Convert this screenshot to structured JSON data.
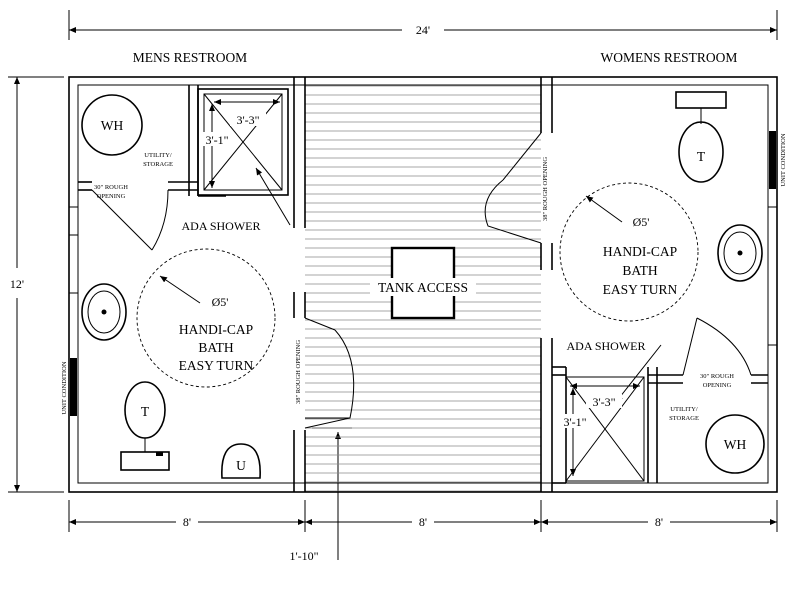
{
  "overall": {
    "width_dim": "24'",
    "height_dim": "12'"
  },
  "bottom_dims": [
    "8'",
    "8'",
    "8'"
  ],
  "offset_dim": "1'-10\"",
  "mens": {
    "title": "MENS RESTROOM",
    "water_heater": "WH",
    "utility_line1": "UTILITY/",
    "utility_line2": "STORAGE",
    "rough_line1": "30\" ROUGH",
    "rough_line2": "OPENING",
    "shower_w": "3'-3\"",
    "shower_d": "3'-1\"",
    "shower_label": "ADA SHOWER",
    "turn_dim": "Ø5'",
    "turn_line1": "HANDI-CAP",
    "turn_line2": "BATH",
    "turn_line3": "EASY TURN",
    "toilet": "T",
    "urinal": "U",
    "unit_condition": "UNIT CONDITION",
    "door_opening": "38\" ROUGH OPENING"
  },
  "center": {
    "tank_access": "TANK ACCESS"
  },
  "womens": {
    "title": "WOMENS RESTROOM",
    "toilet": "T",
    "unit_condition": "UNIT CONDITION",
    "door_opening": "38\" ROUGH OPENING",
    "turn_dim": "Ø5'",
    "turn_line1": "HANDI-CAP",
    "turn_line2": "BATH",
    "turn_line3": "EASY TURN",
    "shower_label": "ADA SHOWER",
    "rough_line1": "30\" ROUGH",
    "rough_line2": "OPENING",
    "shower_w": "3'-3\"",
    "shower_d": "3'-1\"",
    "utility_line1": "UTILITY/",
    "utility_line2": "STORAGE",
    "water_heater": "WH"
  }
}
